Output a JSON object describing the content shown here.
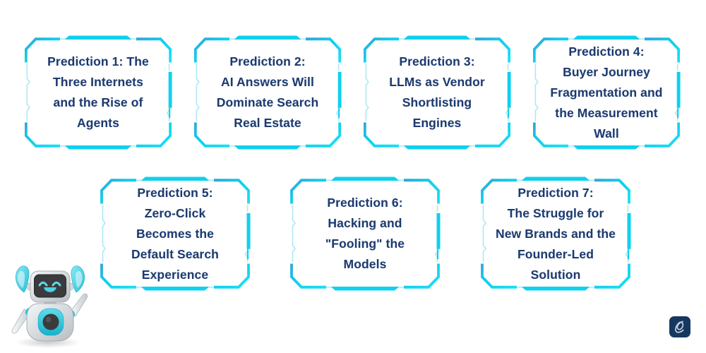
{
  "cards": [
    {
      "id": 1,
      "text": "Prediction 1: The\nThree Internets\nand the Rise of\nAgents"
    },
    {
      "id": 2,
      "text": "Prediction 2:\nAI Answers Will\nDominate Search\nReal Estate"
    },
    {
      "id": 3,
      "text": "Prediction 3:\nLLMs as Vendor\nShortlisting\nEngines"
    },
    {
      "id": 4,
      "text": "Prediction 4:\nBuyer Journey\nFragmentation and\nthe Measurement\nWall"
    },
    {
      "id": 5,
      "text": "Prediction 5:\nZero-Click\nBecomes the\nDefault Search\nExperience"
    },
    {
      "id": 6,
      "text": "Prediction 6:\nHacking and\n\"Fooling\" the\nModels"
    },
    {
      "id": 7,
      "text": "Prediction 7:\nThe Struggle for\nNew Brands and the\nFounder-Led\nSolution"
    }
  ],
  "icons": {
    "mascot": "robot-mascot",
    "logo": "script-e-logo"
  },
  "colors": {
    "background": "#ffffff",
    "frame_bright_cyan": "#0fd0ee",
    "frame_dark_cyan": "#2fa7d8",
    "frame_pale_cyan": "#ace9f6",
    "text_navy": "#1e3a6e",
    "logo_navy": "#16375f",
    "robot_cyan": "#2ec5da"
  }
}
